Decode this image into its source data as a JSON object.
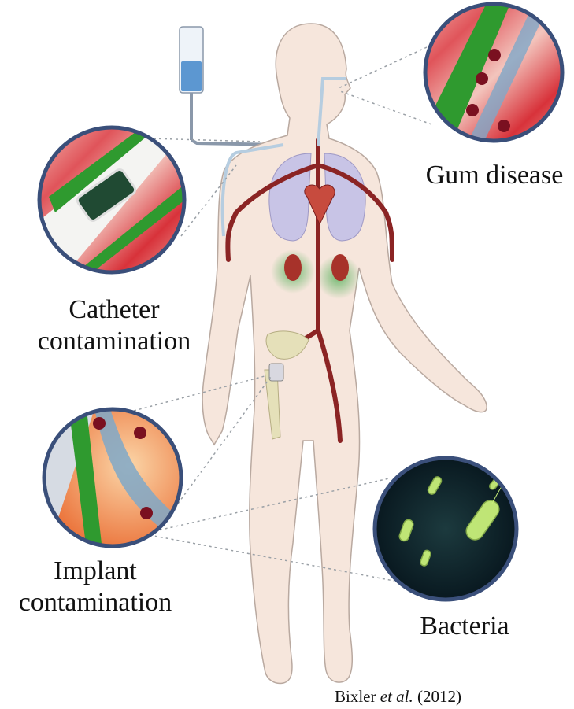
{
  "labels": {
    "gum_disease": "Gum disease",
    "catheter_line1": "Catheter",
    "catheter_line2": "contamination",
    "implant_line1": "Implant",
    "implant_line2": "contamination",
    "bacteria": "Bacteria"
  },
  "citation": {
    "author": "Bixler",
    "etal": "et al.",
    "year": "(2012)"
  },
  "colors": {
    "skin": "#f6e6dc",
    "skin_outline": "#b9a9a0",
    "artery": "#8b2424",
    "lung": "#c8c4e6",
    "biofilm_green": "#2f9a2f",
    "tissue_red": "#d8323a",
    "callout_ring": "#3a4f7a",
    "bacteria_glow": "#c9f07a"
  },
  "icons": [
    "iv-bag-icon",
    "heart-icon",
    "lung-icon",
    "kidney-icon",
    "pelvis-implant-icon"
  ]
}
